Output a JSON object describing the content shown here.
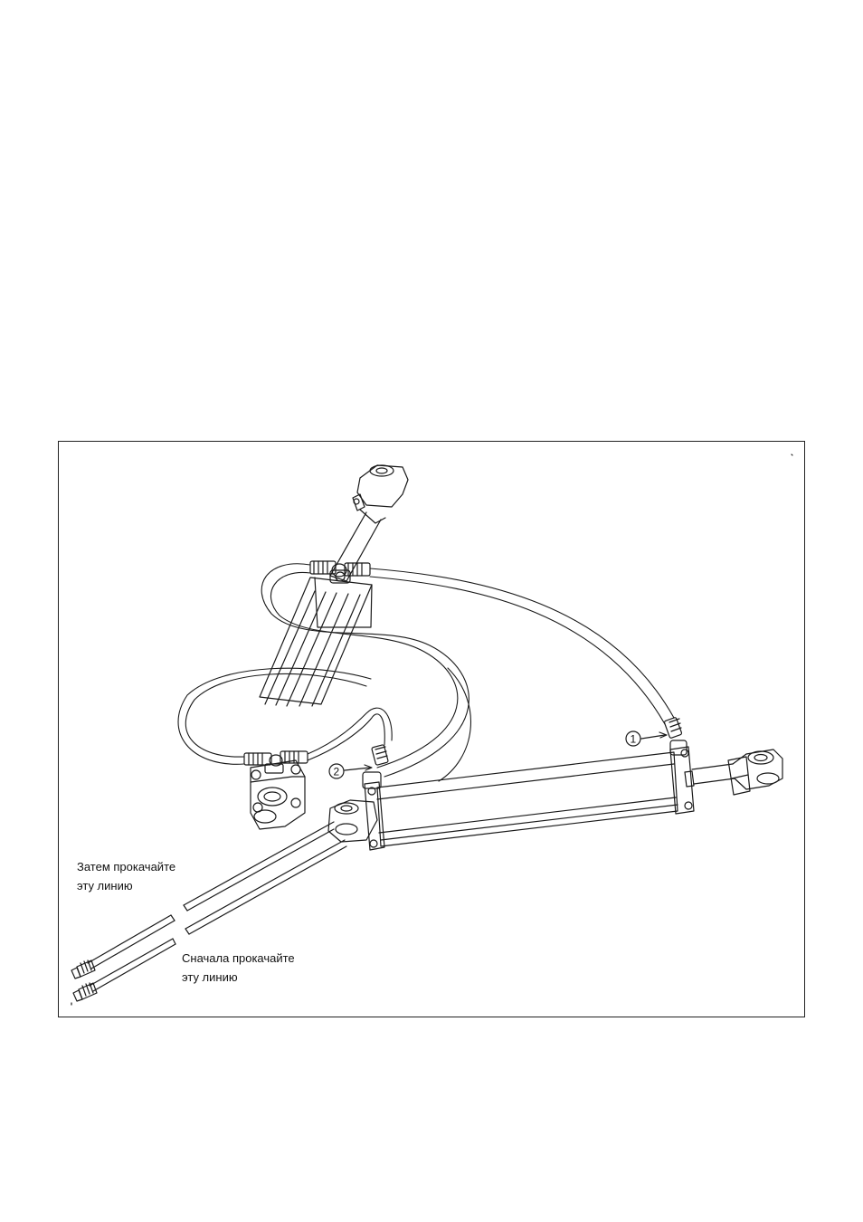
{
  "figure": {
    "callouts": {
      "then_line": [
        "Затем прокачайте",
        "эту линию"
      ],
      "first_line": [
        "Сначала прокачайте",
        "эту линию"
      ]
    },
    "markers": [
      "1",
      "2"
    ]
  }
}
